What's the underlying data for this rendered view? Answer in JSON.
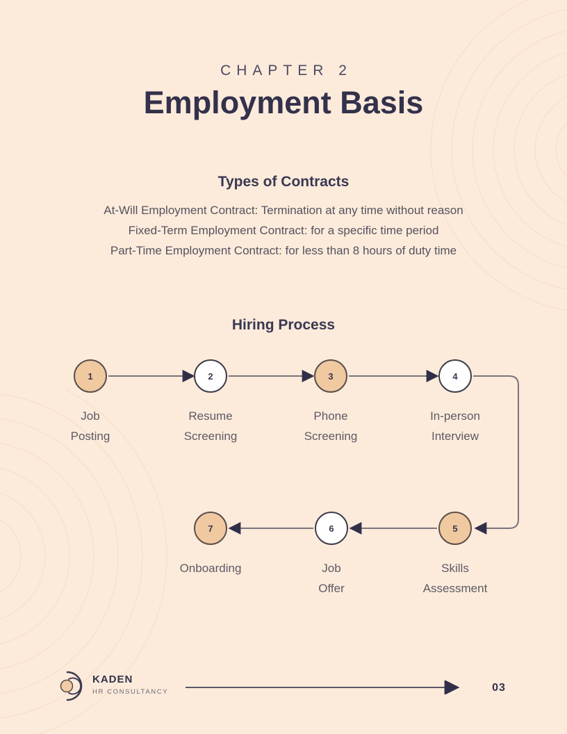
{
  "header": {
    "chapter_label": "CHAPTER 2",
    "title": "Employment Basis"
  },
  "contracts": {
    "heading": "Types of Contracts",
    "items": [
      "At-Will Employment Contract: Termination at any time without reason",
      "Fixed-Term Employment Contract: for a specific time period",
      "Part-Time Employment Contract: for less than 8 hours of duty time"
    ]
  },
  "hiring": {
    "heading": "Hiring Process",
    "steps": [
      {
        "number": "1",
        "lines": [
          "Job",
          "Posting"
        ],
        "filled": true
      },
      {
        "number": "2",
        "lines": [
          "Resume",
          "Screening"
        ],
        "filled": false
      },
      {
        "number": "3",
        "lines": [
          "Phone",
          "Screening"
        ],
        "filled": true
      },
      {
        "number": "4",
        "lines": [
          "In-person",
          "Interview"
        ],
        "filled": false
      },
      {
        "number": "5",
        "lines": [
          "Skills",
          "Assessment"
        ],
        "filled": true
      },
      {
        "number": "6",
        "lines": [
          "Job",
          "Offer"
        ],
        "filled": false
      },
      {
        "number": "7",
        "lines": [
          "Onboarding"
        ],
        "filled": true
      }
    ]
  },
  "footer": {
    "brand_name": "KADEN",
    "brand_tagline": "HR CONSULTANCY",
    "page_number": "03"
  },
  "colors": {
    "background": "#fcebdb",
    "heading_text": "#33314b",
    "body_text": "#55525e",
    "step_fill": "#f0c9a1",
    "step_stroke_filled": "#5b4f49",
    "step_stroke_empty": "#403e4b",
    "connector_line": "#7a737b",
    "arrowhead": "#312f47",
    "ring_stroke": "#f4d9c1"
  }
}
